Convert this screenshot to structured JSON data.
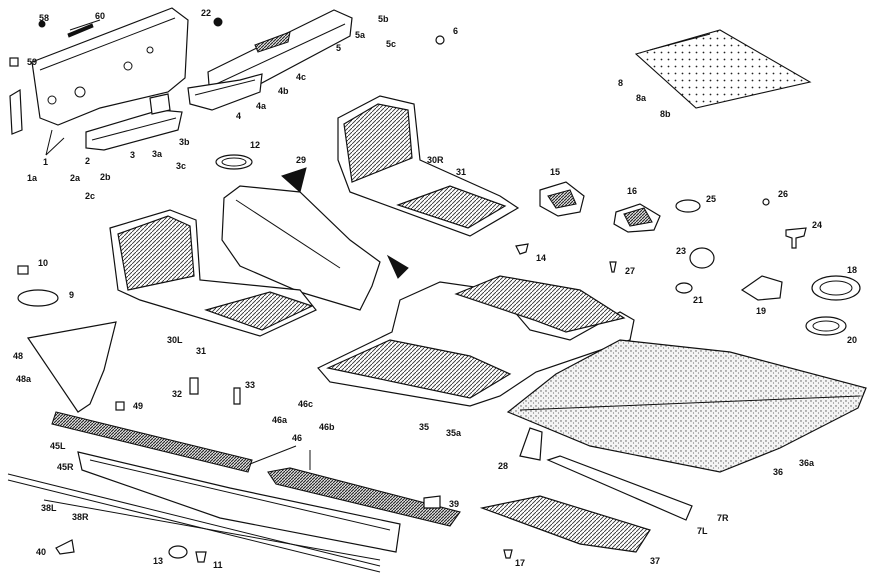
{
  "diagram": {
    "labels": [
      {
        "text": "58"
      },
      {
        "text": "60"
      },
      {
        "text": "59"
      },
      {
        "text": "1"
      },
      {
        "text": "1a"
      },
      {
        "text": "22"
      },
      {
        "text": "5b"
      },
      {
        "text": "5a"
      },
      {
        "text": "5"
      },
      {
        "text": "5c"
      },
      {
        "text": "6"
      },
      {
        "text": "4c"
      },
      {
        "text": "4b"
      },
      {
        "text": "4a"
      },
      {
        "text": "4"
      },
      {
        "text": "2"
      },
      {
        "text": "2a"
      },
      {
        "text": "2b"
      },
      {
        "text": "2c"
      },
      {
        "text": "3"
      },
      {
        "text": "3a"
      },
      {
        "text": "3b"
      },
      {
        "text": "3c"
      },
      {
        "text": "8"
      },
      {
        "text": "8a"
      },
      {
        "text": "8b"
      },
      {
        "text": "12"
      },
      {
        "text": "29"
      },
      {
        "text": "30R"
      },
      {
        "text": "31"
      },
      {
        "text": "15"
      },
      {
        "text": "16"
      },
      {
        "text": "25"
      },
      {
        "text": "26"
      },
      {
        "text": "24"
      },
      {
        "text": "14"
      },
      {
        "text": "23"
      },
      {
        "text": "27"
      },
      {
        "text": "21"
      },
      {
        "text": "18"
      },
      {
        "text": "19"
      },
      {
        "text": "20"
      },
      {
        "text": "10"
      },
      {
        "text": "9"
      },
      {
        "text": "30L"
      },
      {
        "text": "31"
      },
      {
        "text": "48"
      },
      {
        "text": "48a"
      },
      {
        "text": "32"
      },
      {
        "text": "33"
      },
      {
        "text": "49"
      },
      {
        "text": "46a"
      },
      {
        "text": "46c"
      },
      {
        "text": "46b"
      },
      {
        "text": "46"
      },
      {
        "text": "35"
      },
      {
        "text": "35a"
      },
      {
        "text": "36"
      },
      {
        "text": "36a"
      },
      {
        "text": "45L"
      },
      {
        "text": "45R"
      },
      {
        "text": "28"
      },
      {
        "text": "39"
      },
      {
        "text": "38L"
      },
      {
        "text": "38R"
      },
      {
        "text": "40"
      },
      {
        "text": "13"
      },
      {
        "text": "11"
      },
      {
        "text": "7R"
      },
      {
        "text": "7L"
      },
      {
        "text": "17"
      },
      {
        "text": "37"
      }
    ]
  }
}
